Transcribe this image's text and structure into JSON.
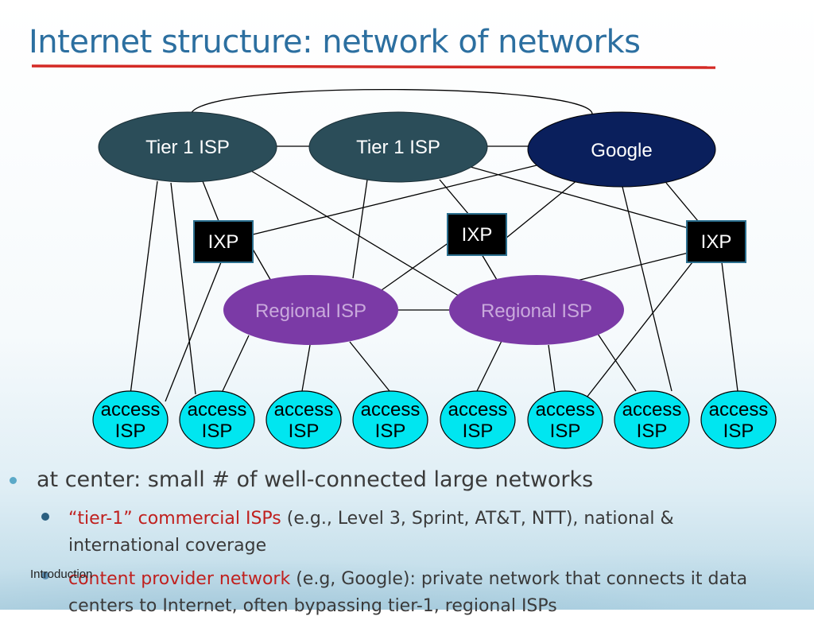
{
  "title": "Internet structure: network of networks",
  "nodes": {
    "tier1_left": "Tier 1 ISP",
    "tier1_right": "Tier 1 ISP",
    "google": "Google",
    "ixp_left": "IXP",
    "ixp_center": "IXP",
    "ixp_right": "IXP",
    "regional_left": "Regional ISP",
    "regional_right": "Regional ISP",
    "access_top": "access",
    "access_bottom": "ISP"
  },
  "bullets": {
    "main": "at center: small # of well-connected large networks",
    "sub1_quote": "“tier-1”",
    "sub1_red": " commercial ISPs",
    "sub1_rest": " (e.g., Level 3, Sprint, AT&T, NTT), national & international coverage",
    "sub2_red": "content provider network",
    "sub2_rest": " (e.g, Google): private network that connects it data centers to Internet, often bypassing tier-1, regional ISPs"
  },
  "footer": "Introduction",
  "colors": {
    "tier1": "#2b4d59",
    "google": "#0a1f5c",
    "ixp": "#000000",
    "regional": "#7b3aa6",
    "regional_text": "#c9a9dc",
    "access": "#00e6f0",
    "title": "#2c6fa0",
    "accent_red": "#c0201e"
  }
}
